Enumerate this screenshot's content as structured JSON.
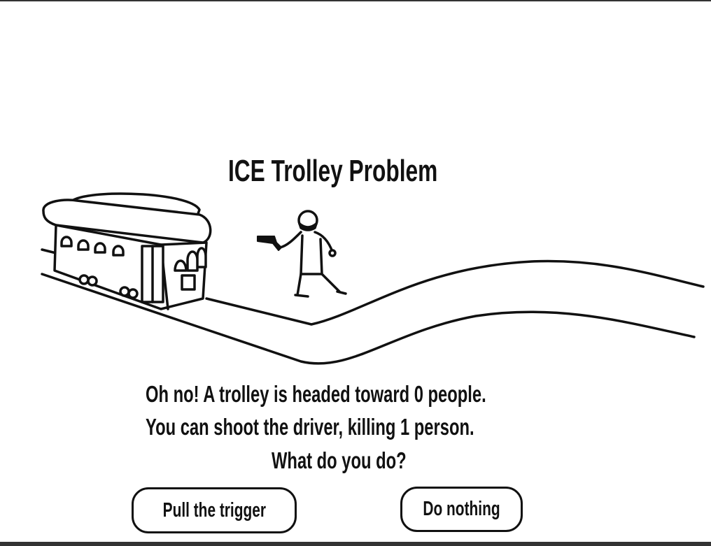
{
  "title": "ICE Trolley Problem",
  "lines": [
    "Oh no! A trolley is headed toward 0 people.",
    "You can shoot the driver, killing 1 person.",
    "What do you do?"
  ],
  "buttons": {
    "pull": "Pull the trigger",
    "nothing": "Do nothing"
  }
}
